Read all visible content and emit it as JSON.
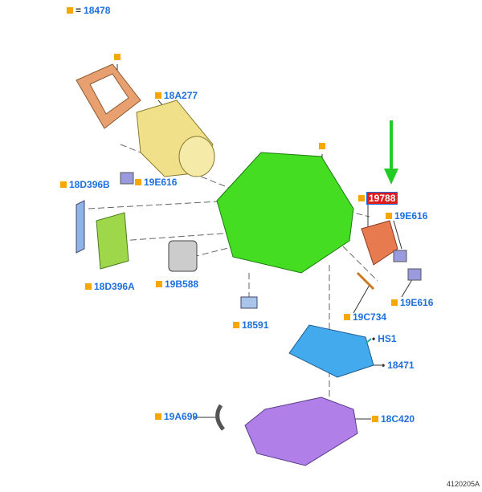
{
  "legend": {
    "symbol": "=",
    "part": "18478"
  },
  "labels": {
    "a": "18A277",
    "b": "19E616",
    "c": "18D396B",
    "d": "18D396A",
    "e": "19B588",
    "f": "18591",
    "g": "19788",
    "h": "19E616",
    "i": "19E616",
    "j": "19C734",
    "k": "HS1",
    "l": "18471",
    "m": "19A699",
    "n": "18C420"
  },
  "drawing_code": "4120205A",
  "colors": {
    "marker": "#f7a800",
    "label": "#1e6fe0",
    "highlight": "#e01b1b",
    "arrow": "#22cc22"
  }
}
